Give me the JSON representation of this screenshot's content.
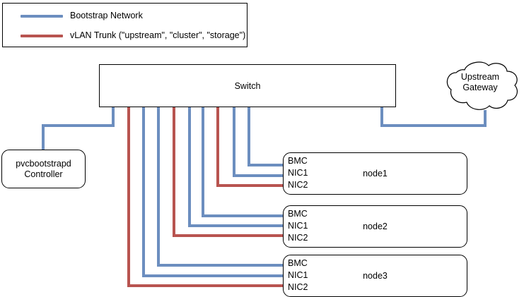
{
  "legend": {
    "items": [
      {
        "label": "Bootstrap Network",
        "color": "#6c8ebf",
        "name": "bootstrap-network"
      },
      {
        "label": "vLAN Trunk (\"upstream\", \"cluster\", \"storage\")",
        "color": "#b85450",
        "name": "vlan-trunk"
      }
    ]
  },
  "switch": {
    "label": "Switch"
  },
  "controller": {
    "line1": "pvcbootstrapd",
    "line2": "Controller"
  },
  "gateway": {
    "line1": "Upstream",
    "line2": "Gateway"
  },
  "nodes": [
    {
      "title": "node1",
      "ports": [
        "BMC",
        "NIC1",
        "NIC2"
      ]
    },
    {
      "title": "node2",
      "ports": [
        "BMC",
        "NIC1",
        "NIC2"
      ]
    },
    {
      "title": "node3",
      "ports": [
        "BMC",
        "NIC1",
        "NIC2"
      ]
    }
  ],
  "colors": {
    "bootstrap": "#6c8ebf",
    "vlan": "#b85450",
    "outline": "#000000",
    "background": "#ffffff"
  },
  "connections": [
    {
      "from": "switch",
      "to": "pvcbootstrapd-controller",
      "type": "bootstrap"
    },
    {
      "from": "switch",
      "to": "upstream-gateway",
      "type": "bootstrap"
    },
    {
      "from": "switch",
      "to": "node1-bmc",
      "type": "bootstrap"
    },
    {
      "from": "switch",
      "to": "node1-nic1",
      "type": "bootstrap"
    },
    {
      "from": "switch",
      "to": "node1-nic2",
      "type": "vlan"
    },
    {
      "from": "switch",
      "to": "node2-bmc",
      "type": "bootstrap"
    },
    {
      "from": "switch",
      "to": "node2-nic1",
      "type": "bootstrap"
    },
    {
      "from": "switch",
      "to": "node2-nic2",
      "type": "vlan"
    },
    {
      "from": "switch",
      "to": "node3-bmc",
      "type": "bootstrap"
    },
    {
      "from": "switch",
      "to": "node3-nic1",
      "type": "bootstrap"
    },
    {
      "from": "switch",
      "to": "node3-nic2",
      "type": "vlan"
    }
  ]
}
